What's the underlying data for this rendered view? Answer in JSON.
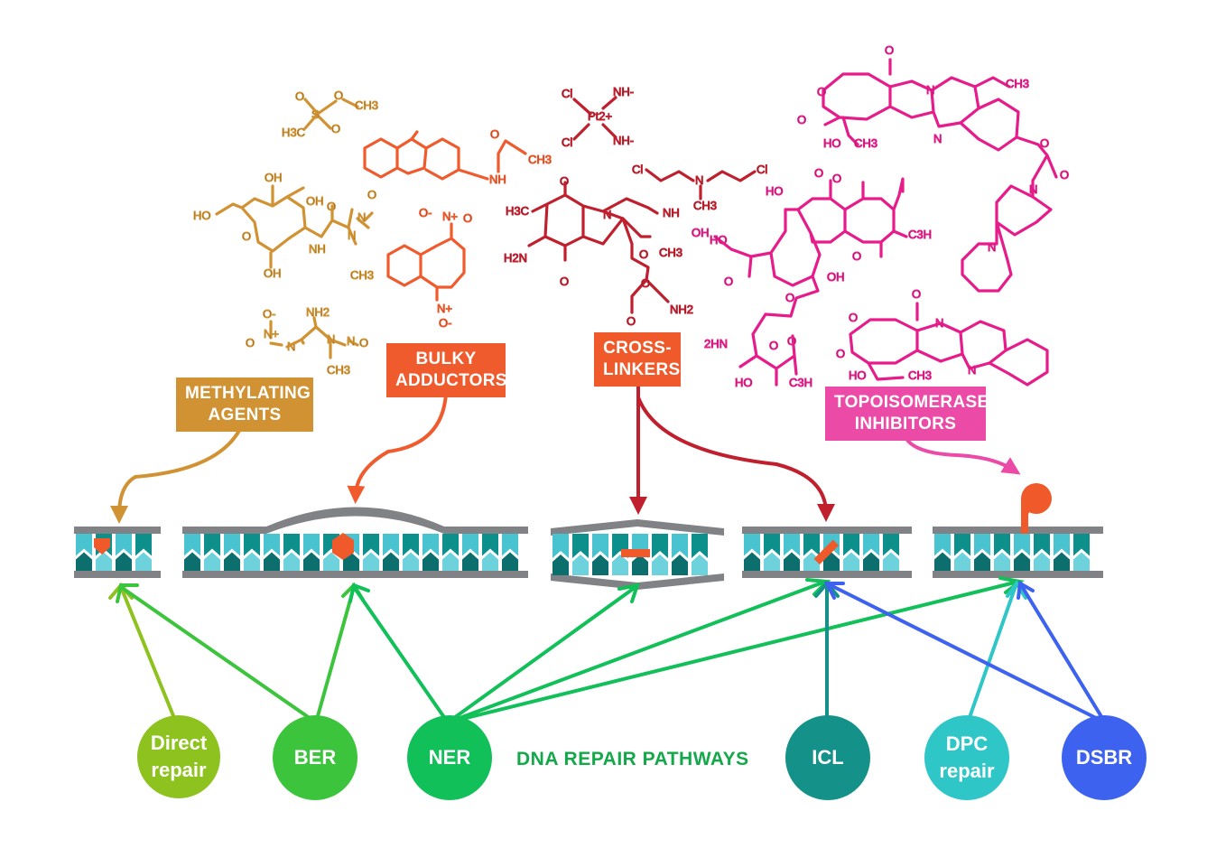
{
  "categories": {
    "methylating": {
      "text": "METHYLATING\nAGENTS",
      "color": "#d09232"
    },
    "bulky": {
      "text": "BULKY\nADDUCTORS",
      "color": "#ef5b2d"
    },
    "crosslinkers": {
      "text": "CROSS-\nLINKERS",
      "color": "#f05a2a"
    },
    "topo": {
      "text": "TOPOISOMERASE\nINHIBITORS",
      "color": "#ec4aa7"
    }
  },
  "pathways_title": "DNA REPAIR PATHWAYS",
  "pathways": [
    {
      "id": "direct",
      "text": "Direct\nrepair",
      "color": "#8dc21f"
    },
    {
      "id": "ber",
      "text": "BER",
      "color": "#3cc43c"
    },
    {
      "id": "ner",
      "text": "NER",
      "color": "#12c05a"
    },
    {
      "id": "icl",
      "text": "ICL",
      "color": "#149189"
    },
    {
      "id": "dpc",
      "text": "DPC\nrepair",
      "color": "#2fc6c8"
    },
    {
      "id": "dsbr",
      "text": "DSBR",
      "color": "#3d62f0"
    }
  ],
  "molecule_labels": {
    "mms": [
      "O",
      "S",
      "O",
      "CH3",
      "H3C",
      "O"
    ],
    "streptozotocin": [
      "OH",
      "OH",
      "HO",
      "O",
      "NH",
      "O",
      "N",
      "N",
      "O",
      "OH",
      "CH3"
    ],
    "nitrosoguanidine": [
      "O-",
      "N+",
      "O",
      "NH2",
      "N",
      "N",
      "N",
      "O",
      "CH3"
    ],
    "aaf": [
      "O",
      "CH3",
      "NH"
    ],
    "nqo": [
      "O-",
      "N+",
      "O",
      "N+",
      "O-"
    ],
    "cisplatin": [
      "Cl",
      "Pt2+",
      "NH-",
      "Cl",
      "NH-"
    ],
    "mechlorethamine": [
      "Cl",
      "N",
      "Cl",
      "CH3"
    ],
    "mitomycin": [
      "O",
      "H3C",
      "N",
      "NH",
      "H2N",
      "O",
      "O",
      "CH3",
      "O",
      "NH2",
      "O"
    ],
    "irinotecan": [
      "O",
      "N",
      "CH3",
      "O",
      "O",
      "HO",
      "CH3",
      "N",
      "O",
      "O",
      "N",
      "N"
    ],
    "anthracycline": [
      "HO",
      "O",
      "HO",
      "O",
      "C3H",
      "O",
      "OH",
      "O",
      "OH",
      "O",
      "O",
      "2HN",
      "O",
      "HO",
      "C3H"
    ],
    "camptothecin": [
      "O",
      "O",
      "N",
      "O",
      "HO",
      "CH3",
      "N"
    ]
  }
}
